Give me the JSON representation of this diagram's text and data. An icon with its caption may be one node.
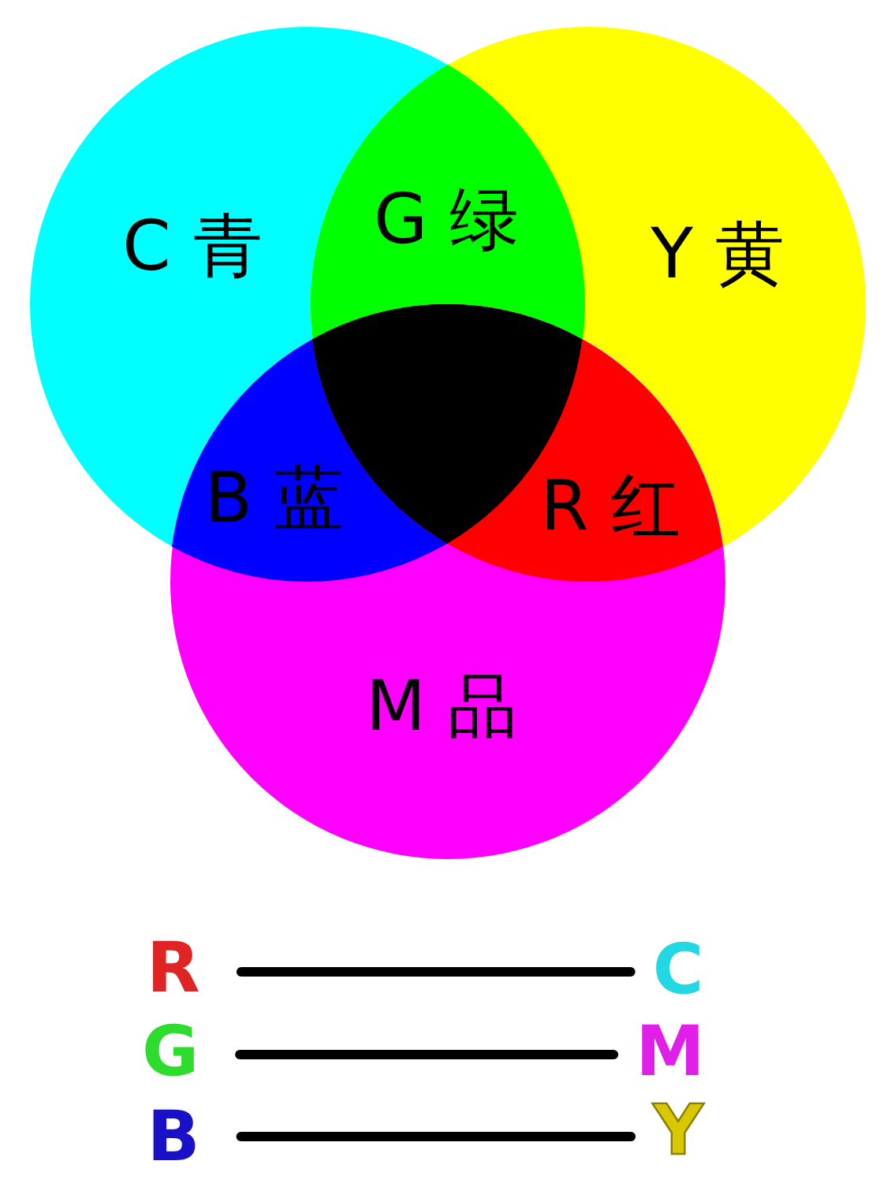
{
  "diagram": {
    "nodes": [
      {
        "text": [
          "C 青"
        ]
      },
      {
        "text": [
          "G 绿"
        ]
      },
      {
        "text": [
          "Y 黄"
        ]
      },
      {
        "text": [],
        "shape": "triangle"
      },
      {
        "text": [
          "B 蓝"
        ]
      },
      {
        "text": [
          "R 红"
        ]
      },
      {
        "text": [
          "M 品"
        ]
      },
      {
        "text": [
          "R"
        ]
      },
      {
        "text": [
          "C"
        ]
      },
      {
        "text": [
          "G"
        ]
      },
      {
        "text": [
          "M"
        ]
      },
      {
        "text": [
          "B"
        ]
      },
      {
        "text": [
          "Y"
        ]
      }
    ],
    "edges": [
      {
        "from": 7,
        "to": 8,
        "arrow": "none"
      },
      {
        "from": 9,
        "to": 10,
        "arrow": "none"
      },
      {
        "from": 11,
        "to": 12,
        "arrow": "none"
      }
    ]
  }
}
